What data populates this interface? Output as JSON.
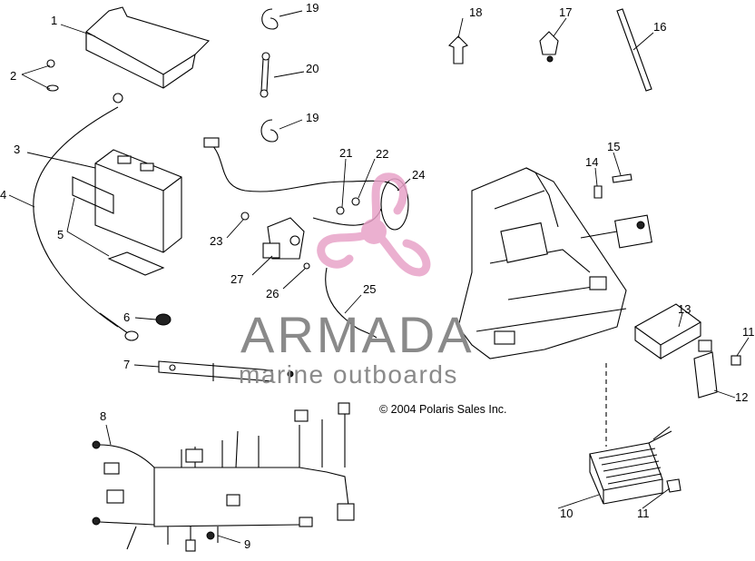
{
  "callouts": {
    "c1": "1",
    "c2": "2",
    "c3": "3",
    "c4": "4",
    "c5": "5",
    "c6": "6",
    "c7": "7",
    "c8": "8",
    "c9": "9",
    "c10": "10",
    "c11a": "11",
    "c11b": "11",
    "c12": "12",
    "c13": "13",
    "c14": "14",
    "c15": "15",
    "c16": "16",
    "c17": "17",
    "c18": "18",
    "c19a": "19",
    "c19b": "19",
    "c20": "20",
    "c21": "21",
    "c22": "22",
    "c23": "23",
    "c24": "24",
    "c25": "25",
    "c26": "26",
    "c27": "27"
  },
  "copyright": "© 2004 Polaris Sales Inc.",
  "watermark": {
    "brand": "ARMADA",
    "tagline": "marine outboards",
    "brand_color": "#e8a3c8",
    "text_color": "#8a8a8a"
  }
}
